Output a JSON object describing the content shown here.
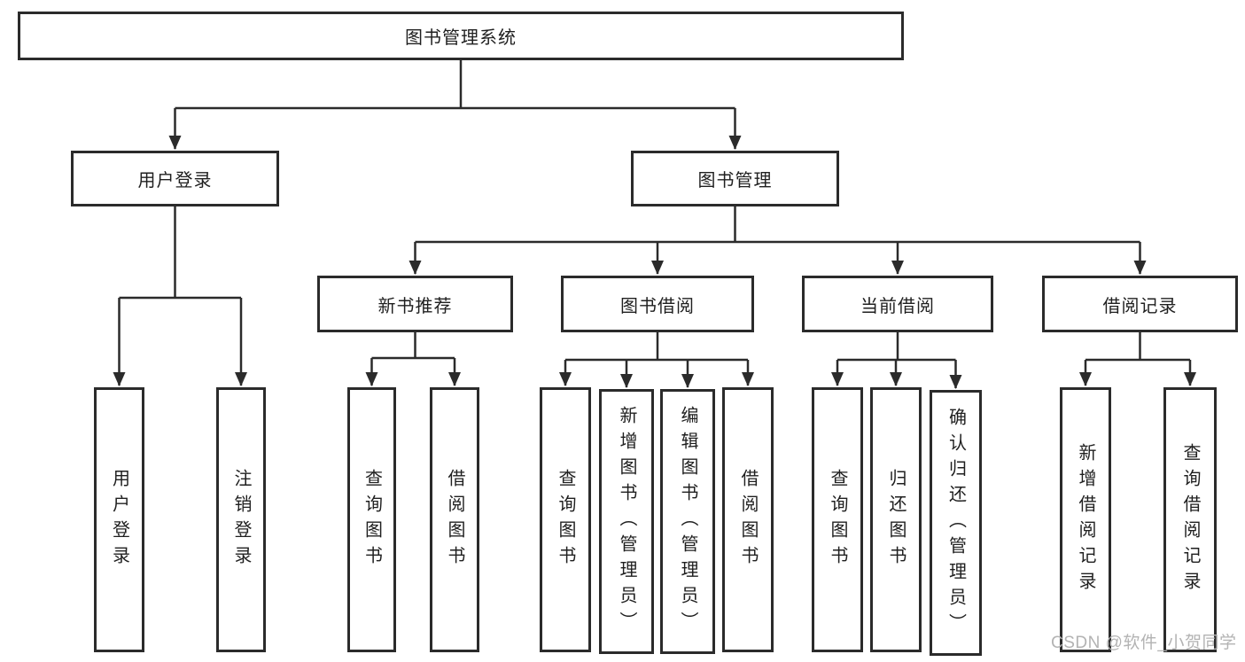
{
  "tree": {
    "root": {
      "label": "图书管理系统"
    },
    "branches": [
      {
        "label": "用户登录",
        "children": [
          {
            "label": "用户登录"
          },
          {
            "label": "注销登录"
          }
        ]
      },
      {
        "label": "图书管理",
        "children": [
          {
            "label": "新书推荐",
            "children": [
              {
                "label": "查询图书"
              },
              {
                "label": "借阅图书"
              }
            ]
          },
          {
            "label": "图书借阅",
            "children": [
              {
                "label": "查询图书"
              },
              {
                "label": "新增图书（管理员）"
              },
              {
                "label": "编辑图书（管理员）"
              },
              {
                "label": "借阅图书"
              }
            ]
          },
          {
            "label": "当前借阅",
            "children": [
              {
                "label": "查询图书"
              },
              {
                "label": "归还图书"
              },
              {
                "label": "确认归还（管理员）"
              }
            ]
          },
          {
            "label": "借阅记录",
            "children": [
              {
                "label": "新增借阅记录"
              },
              {
                "label": "查询借阅记录"
              }
            ]
          }
        ]
      }
    ]
  },
  "watermark": {
    "text": "CSDN @软件_小贺同学"
  },
  "colors": {
    "line": "#2b2b2b",
    "text": "#1f1f1f",
    "background": "#ffffff",
    "watermark": "#b3b3b3"
  }
}
